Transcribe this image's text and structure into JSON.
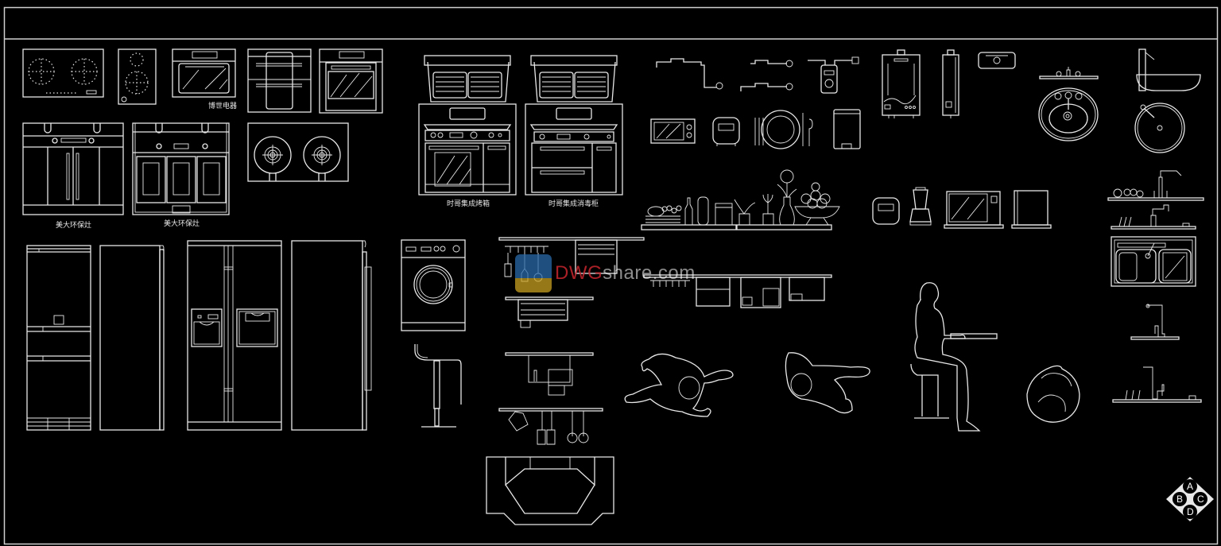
{
  "drawing": {
    "title_block": "",
    "background": "#000000",
    "line_color": "#e8e8e8",
    "labels": {
      "bosch_appliances": "博世电器",
      "midea_stove_1": "美大环保灶",
      "midea_stove_2": "美大环保灶",
      "shige_oven": "时哥集成烤箱",
      "shige_sterilizer": "时哥集成消毒柜"
    },
    "watermark": {
      "text_a": "DWG",
      "text_b": "share.com",
      "colors": {
        "blue": "#2a6aa8",
        "gold": "#c9a020",
        "red": "#c8262e"
      }
    },
    "logo": {
      "letters": [
        "A",
        "B",
        "C",
        "D"
      ]
    },
    "blocks": [
      "induction-cooktop-double",
      "induction-cooktop-single",
      "built-in-oven-1",
      "built-in-steamer",
      "built-in-oven-2",
      "stove-cabinet-1",
      "stove-cabinet-2",
      "gas-hob",
      "integrated-oven-range",
      "integrated-sterilizer-range",
      "gas-pipes",
      "gas-meter",
      "water-heater-large",
      "water-heater-slim",
      "countertop-sink-small",
      "basin-faucet-elevation",
      "vessel-basin-elevation",
      "oval-basin-plan",
      "round-basin-plan",
      "toaster-oven",
      "rice-cooker",
      "plate-setting",
      "trash-bin",
      "shelf-decor",
      "rice-cooker-2",
      "blender",
      "microwave",
      "mini-fridge",
      "kitchen-faucet-1",
      "kitchen-faucet-2",
      "double-sink-plan",
      "fridge-3-door",
      "fridge-side",
      "fridge-side-by-side",
      "fridge-side-2",
      "washing-machine",
      "utensil-rails",
      "bar-stool",
      "range-hood-plan",
      "person-plan-1",
      "person-plan-2",
      "person-seated",
      "person-top",
      "faucet-3",
      "faucet-4"
    ]
  }
}
